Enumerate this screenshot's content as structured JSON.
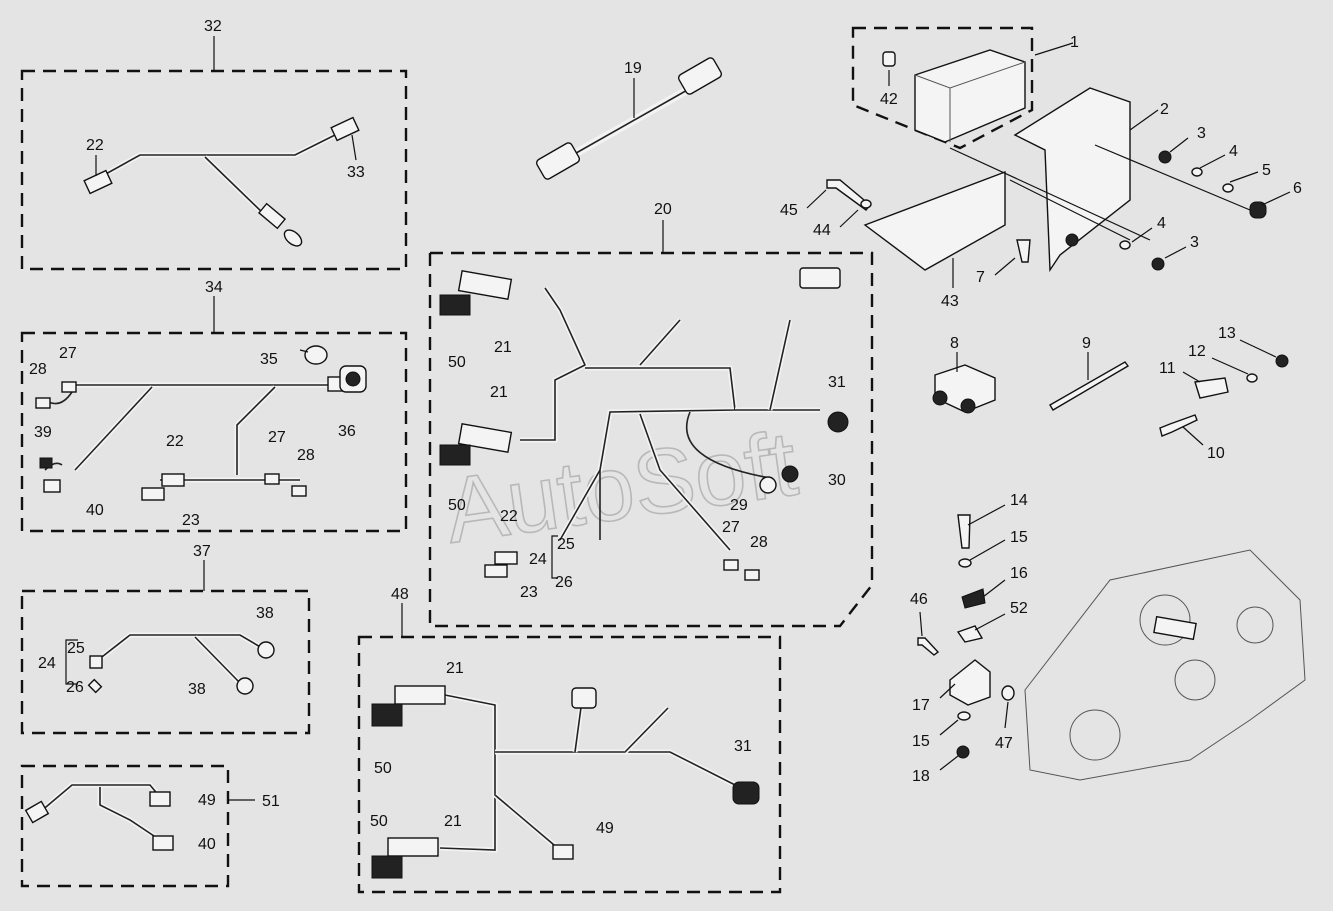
{
  "watermark": "AutoSoft",
  "groups": {
    "g32": "32",
    "g34": "34",
    "g37": "37",
    "g48": "48",
    "g20": "20",
    "g51": "51",
    "g19": "19"
  },
  "labels": {
    "p32_22": "22",
    "p32_33": "33",
    "p34_28a": "28",
    "p34_27a": "27",
    "p34_35": "35",
    "p34_36": "36",
    "p34_39": "39",
    "p34_40": "40",
    "p34_22": "22",
    "p34_27b": "27",
    "p34_28b": "28",
    "p34_23": "23",
    "p37_38a": "38",
    "p37_25": "25",
    "p37_24": "24",
    "p37_26": "26",
    "p37_38b": "38",
    "p51_49": "49",
    "p51_40": "40",
    "p20_50a": "50",
    "p20_21a": "21",
    "p20_21b": "21",
    "p20_31": "31",
    "p20_50b": "50",
    "p20_22": "22",
    "p20_25": "25",
    "p20_24": "24",
    "p20_26": "26",
    "p20_23": "23",
    "p20_29": "29",
    "p20_30": "30",
    "p20_27": "27",
    "p20_28": "28",
    "p48_21a": "21",
    "p48_50a": "50",
    "p48_31": "31",
    "p48_50b": "50",
    "p48_21b": "21",
    "p48_49": "49",
    "r1": "1",
    "r2": "2",
    "r3a": "3",
    "r4a": "4",
    "r5": "5",
    "r6": "6",
    "r42": "42",
    "r45": "45",
    "r44": "44",
    "r4b": "4",
    "r3b": "3",
    "r7": "7",
    "r43": "43",
    "r8": "8",
    "r9": "9",
    "r13": "13",
    "r12": "12",
    "r11": "11",
    "r10": "10",
    "r14": "14",
    "r15a": "15",
    "r16": "16",
    "r52": "52",
    "r46": "46",
    "r17": "17",
    "r15b": "15",
    "r47": "47",
    "r18": "18"
  }
}
